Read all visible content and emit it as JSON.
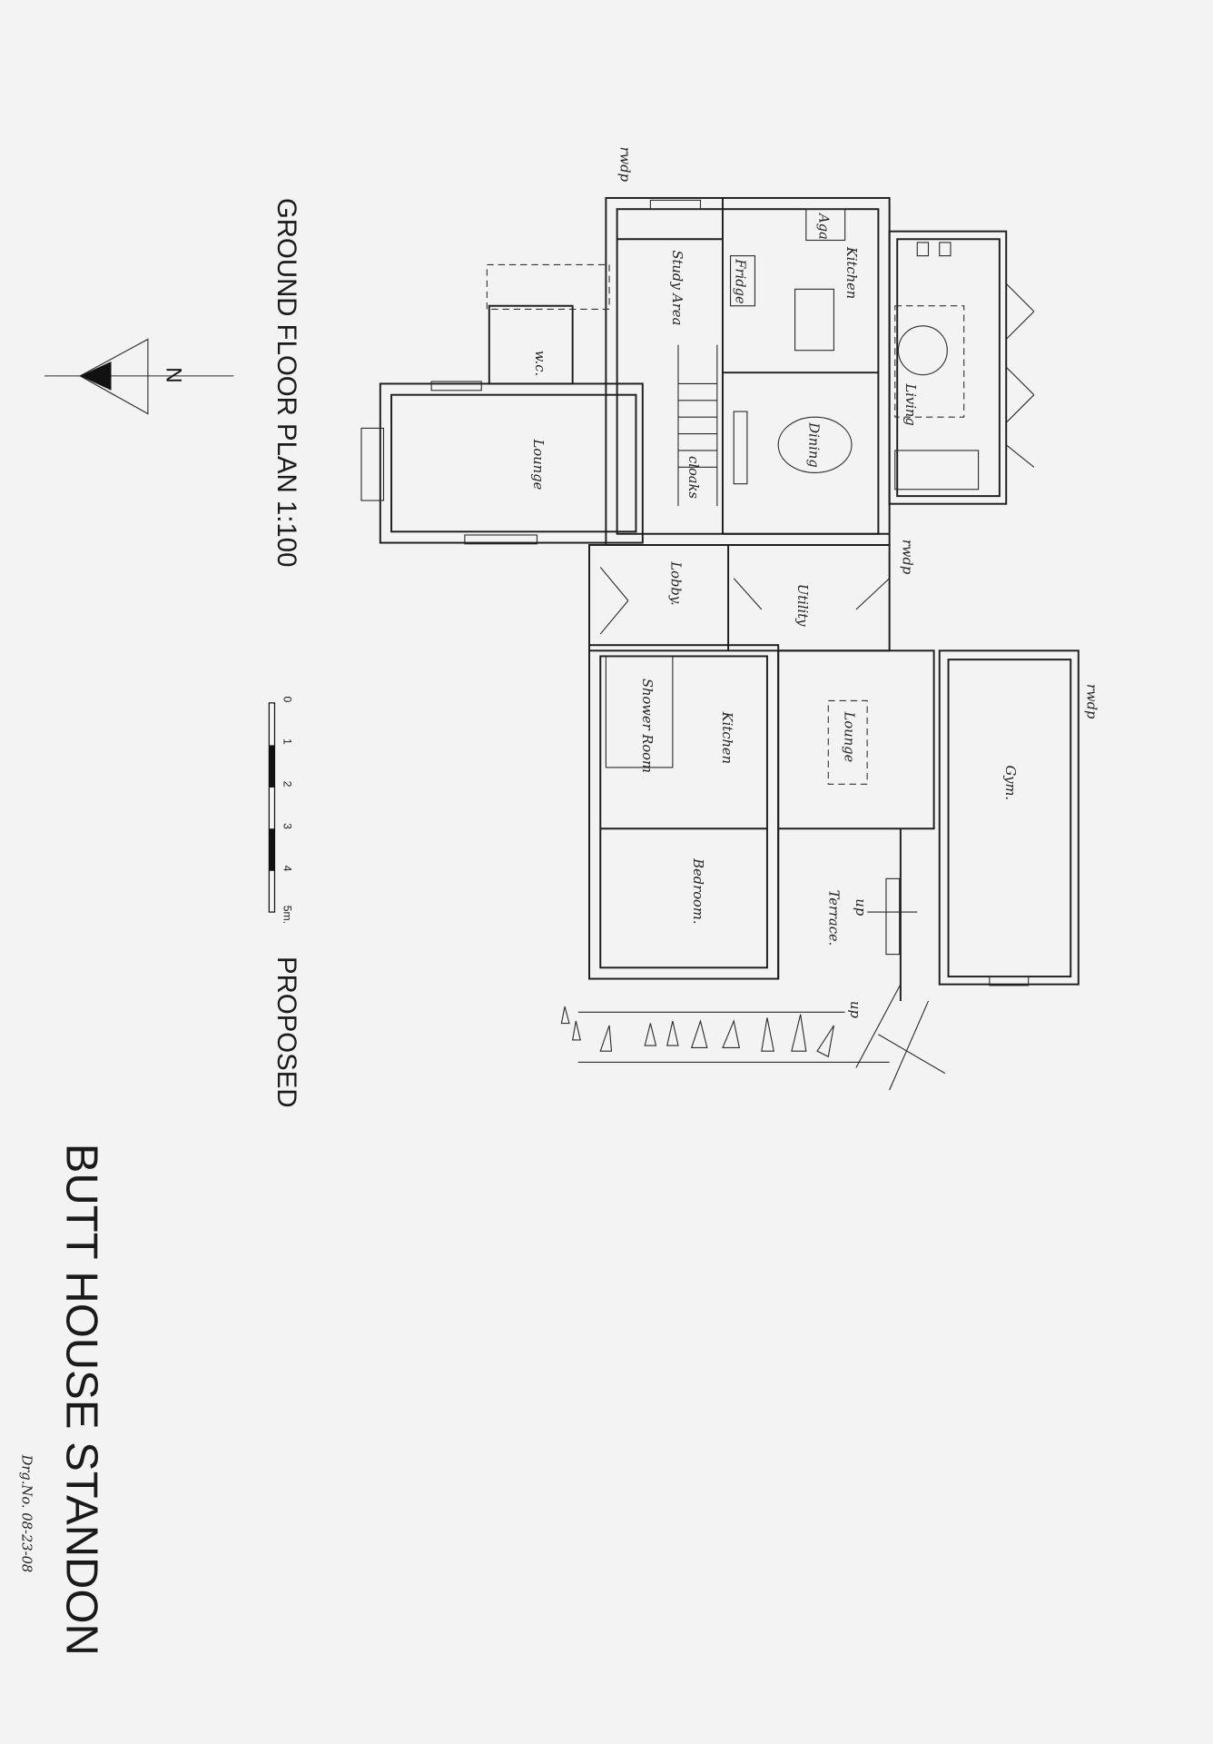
{
  "title": "BUTT HOUSE STANDON",
  "drawing_number": "Drg.No. 08-23-08",
  "plan_title": "GROUND FLOOR PLAN 1:100",
  "status": "PROPOSED",
  "north_label": "N",
  "scale_bar": {
    "ticks": [
      "0",
      "1",
      "2",
      "3",
      "4",
      "5m."
    ]
  },
  "rooms": {
    "study": "Study Area",
    "kitchen_main": "Kitchen",
    "aga": "Aga",
    "fridge": "Fridge",
    "living": "Living",
    "dining": "Dining",
    "cloaks": "cloaks",
    "wc": "w.c.",
    "lounge_main": "Lounge",
    "lobby": "Lobby.",
    "utility": "Utility",
    "shower": "Shower Room",
    "kitchen_annex": "Kitchen",
    "lounge_annex": "Lounge",
    "gym": "Gym.",
    "bedroom": "Bedroom.",
    "terrace": "Terrace."
  },
  "annotations": {
    "up1": "up",
    "up2": "up",
    "rwdp1": "rwdp",
    "rwdp2": "rwdp",
    "rwdp3": "rwdp"
  }
}
